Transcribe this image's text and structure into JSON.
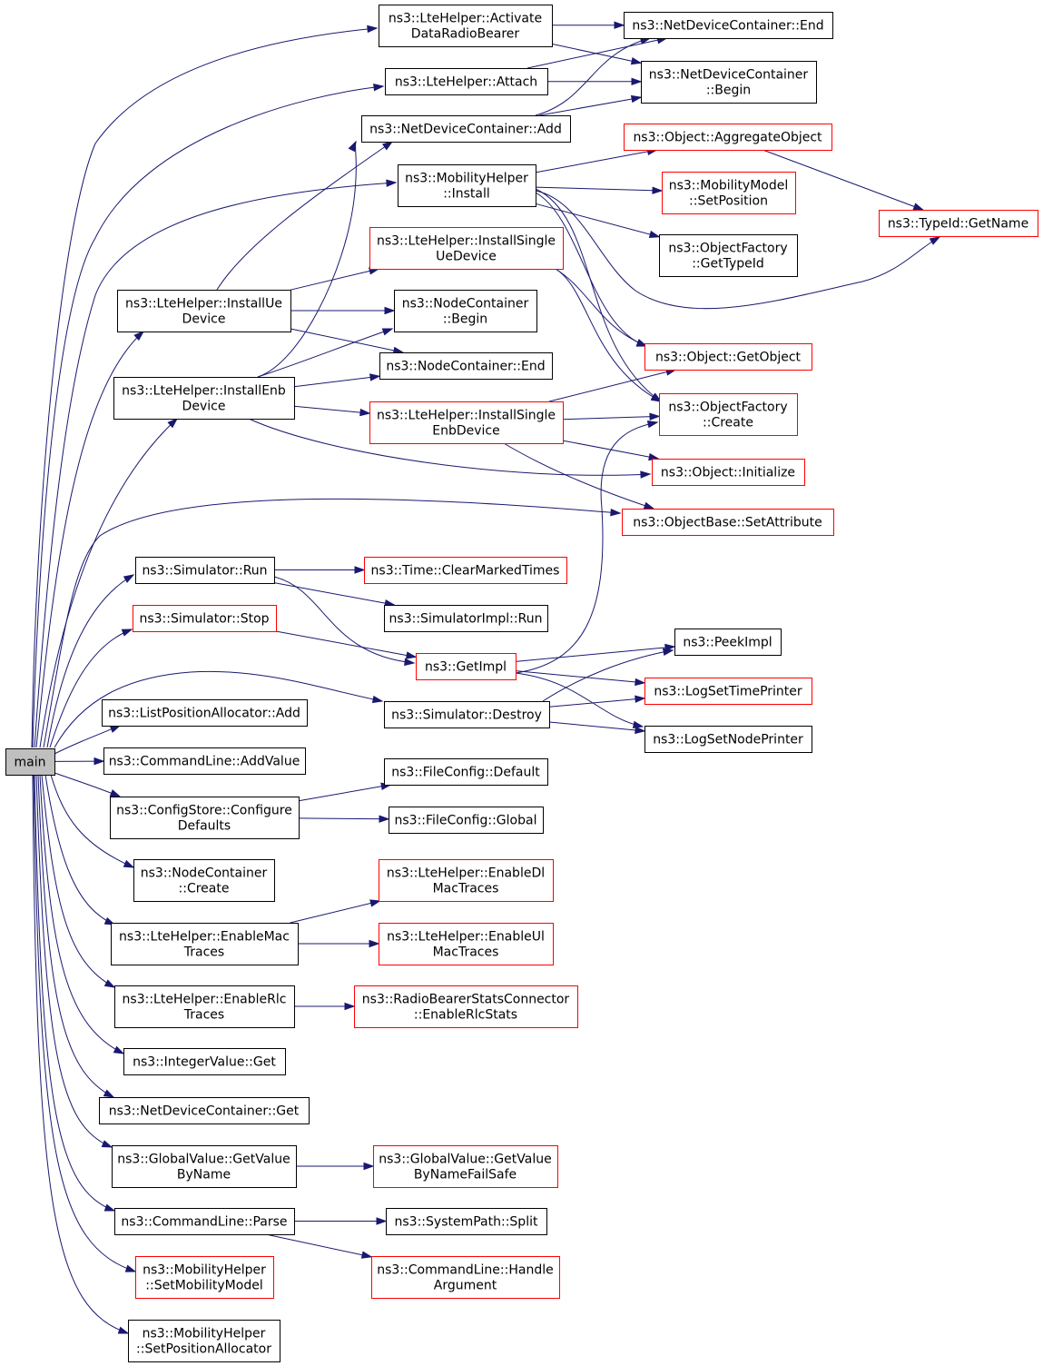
{
  "colors": {
    "edge": "#191970",
    "link_border": "#000000",
    "undoc_border": "#ff0000",
    "root_fill": "#bfbfbf"
  },
  "nodes": [
    {
      "id": "main",
      "lines": [
        "main"
      ],
      "style": "root"
    },
    {
      "id": "activate",
      "lines": [
        "ns3::LteHelper::Activate",
        "DataRadioBearer"
      ],
      "style": "black"
    },
    {
      "id": "ndc_end",
      "lines": [
        "ns3::NetDeviceContainer::End"
      ],
      "style": "black"
    },
    {
      "id": "ndc_begin",
      "lines": [
        "ns3::NetDeviceContainer",
        "::Begin"
      ],
      "style": "black"
    },
    {
      "id": "attach",
      "lines": [
        "ns3::LteHelper::Attach"
      ],
      "style": "black"
    },
    {
      "id": "ndc_add",
      "lines": [
        "ns3::NetDeviceContainer::Add"
      ],
      "style": "black"
    },
    {
      "id": "agg",
      "lines": [
        "ns3::Object::AggregateObject"
      ],
      "style": "red"
    },
    {
      "id": "mob_install",
      "lines": [
        "ns3::MobilityHelper",
        "::Install"
      ],
      "style": "black"
    },
    {
      "id": "mm_setpos",
      "lines": [
        "ns3::MobilityModel",
        "::SetPosition"
      ],
      "style": "red"
    },
    {
      "id": "typeid_getname",
      "lines": [
        "ns3::TypeId::GetName"
      ],
      "style": "red"
    },
    {
      "id": "of_gettypeid",
      "lines": [
        "ns3::ObjectFactory",
        "::GetTypeId"
      ],
      "style": "black"
    },
    {
      "id": "isue",
      "lines": [
        "ns3::LteHelper::InstallSingle",
        "UeDevice"
      ],
      "style": "red"
    },
    {
      "id": "install_ue",
      "lines": [
        "ns3::LteHelper::InstallUe",
        "Device"
      ],
      "style": "black"
    },
    {
      "id": "nc_begin",
      "lines": [
        "ns3::NodeContainer",
        "::Begin"
      ],
      "style": "black"
    },
    {
      "id": "obj_getobject",
      "lines": [
        "ns3::Object::GetObject"
      ],
      "style": "red"
    },
    {
      "id": "nc_end",
      "lines": [
        "ns3::NodeContainer::End"
      ],
      "style": "black"
    },
    {
      "id": "install_enb",
      "lines": [
        "ns3::LteHelper::InstallEnb",
        "Device"
      ],
      "style": "black"
    },
    {
      "id": "isenb",
      "lines": [
        "ns3::LteHelper::InstallSingle",
        "EnbDevice"
      ],
      "style": "red"
    },
    {
      "id": "of_create",
      "lines": [
        "ns3::ObjectFactory",
        "::Create"
      ],
      "style": "red"
    },
    {
      "id": "obj_init",
      "lines": [
        "ns3::Object::Initialize"
      ],
      "style": "red"
    },
    {
      "id": "ob_setattr",
      "lines": [
        "ns3::ObjectBase::SetAttribute"
      ],
      "style": "red"
    },
    {
      "id": "sim_run",
      "lines": [
        "ns3::Simulator::Run"
      ],
      "style": "black"
    },
    {
      "id": "time_clear",
      "lines": [
        "ns3::Time::ClearMarkedTimes"
      ],
      "style": "red"
    },
    {
      "id": "simimpl_run",
      "lines": [
        "ns3::SimulatorImpl::Run"
      ],
      "style": "black"
    },
    {
      "id": "sim_stop",
      "lines": [
        "ns3::Simulator::Stop"
      ],
      "style": "red"
    },
    {
      "id": "getimpl",
      "lines": [
        "ns3::GetImpl"
      ],
      "style": "red"
    },
    {
      "id": "peekimpl",
      "lines": [
        "ns3::PeekImpl"
      ],
      "style": "black"
    },
    {
      "id": "logsettime",
      "lines": [
        "ns3::LogSetTimePrinter"
      ],
      "style": "red"
    },
    {
      "id": "sim_destroy",
      "lines": [
        "ns3::Simulator::Destroy"
      ],
      "style": "black"
    },
    {
      "id": "lpa_add",
      "lines": [
        "ns3::ListPositionAllocator::Add"
      ],
      "style": "black"
    },
    {
      "id": "logsetnode",
      "lines": [
        "ns3::LogSetNodePrinter"
      ],
      "style": "black"
    },
    {
      "id": "cl_addvalue",
      "lines": [
        "ns3::CommandLine::AddValue"
      ],
      "style": "black"
    },
    {
      "id": "fc_default",
      "lines": [
        "ns3::FileConfig::Default"
      ],
      "style": "black"
    },
    {
      "id": "cs_configure",
      "lines": [
        "ns3::ConfigStore::Configure",
        "Defaults"
      ],
      "style": "black"
    },
    {
      "id": "fc_global",
      "lines": [
        "ns3::FileConfig::Global"
      ],
      "style": "black"
    },
    {
      "id": "nc_create",
      "lines": [
        "ns3::NodeContainer",
        "::Create"
      ],
      "style": "black"
    },
    {
      "id": "en_dlmac",
      "lines": [
        "ns3::LteHelper::EnableDl",
        "MacTraces"
      ],
      "style": "red"
    },
    {
      "id": "en_mac",
      "lines": [
        "ns3::LteHelper::EnableMac",
        "Traces"
      ],
      "style": "black"
    },
    {
      "id": "en_ulmac",
      "lines": [
        "ns3::LteHelper::EnableUl",
        "MacTraces"
      ],
      "style": "red"
    },
    {
      "id": "en_rlc",
      "lines": [
        "ns3::LteHelper::EnableRlc",
        "Traces"
      ],
      "style": "black"
    },
    {
      "id": "rbsc_rlc",
      "lines": [
        "ns3::RadioBearerStatsConnector",
        "::EnableRlcStats"
      ],
      "style": "red"
    },
    {
      "id": "iv_get",
      "lines": [
        "ns3::IntegerValue::Get"
      ],
      "style": "black"
    },
    {
      "id": "ndc_get",
      "lines": [
        "ns3::NetDeviceContainer::Get"
      ],
      "style": "black"
    },
    {
      "id": "gv_getvalue",
      "lines": [
        "ns3::GlobalValue::GetValue",
        "ByName"
      ],
      "style": "black"
    },
    {
      "id": "gv_failsafe",
      "lines": [
        "ns3::GlobalValue::GetValue",
        "ByNameFailSafe"
      ],
      "style": "red"
    },
    {
      "id": "cl_parse",
      "lines": [
        "ns3::CommandLine::Parse"
      ],
      "style": "black"
    },
    {
      "id": "sp_split",
      "lines": [
        "ns3::SystemPath::Split"
      ],
      "style": "black"
    },
    {
      "id": "mh_setmm",
      "lines": [
        "ns3::MobilityHelper",
        "::SetMobilityModel"
      ],
      "style": "red"
    },
    {
      "id": "cl_handle",
      "lines": [
        "ns3::CommandLine::Handle",
        "Argument"
      ],
      "style": "red"
    },
    {
      "id": "mh_setpa",
      "lines": [
        "ns3::MobilityHelper",
        "::SetPositionAllocator"
      ],
      "style": "black"
    }
  ],
  "edges": [
    [
      "main",
      "activate"
    ],
    [
      "main",
      "attach"
    ],
    [
      "main",
      "mob_install"
    ],
    [
      "main",
      "install_ue"
    ],
    [
      "main",
      "install_enb"
    ],
    [
      "main",
      "ob_setattr"
    ],
    [
      "main",
      "sim_run"
    ],
    [
      "main",
      "sim_stop"
    ],
    [
      "main",
      "sim_destroy"
    ],
    [
      "main",
      "lpa_add"
    ],
    [
      "main",
      "cl_addvalue"
    ],
    [
      "main",
      "cs_configure"
    ],
    [
      "main",
      "nc_create"
    ],
    [
      "main",
      "en_mac"
    ],
    [
      "main",
      "en_rlc"
    ],
    [
      "main",
      "iv_get"
    ],
    [
      "main",
      "ndc_get"
    ],
    [
      "main",
      "gv_getvalue"
    ],
    [
      "main",
      "cl_parse"
    ],
    [
      "main",
      "mh_setmm"
    ],
    [
      "main",
      "mh_setpa"
    ],
    [
      "activate",
      "ndc_end"
    ],
    [
      "activate",
      "ndc_begin"
    ],
    [
      "attach",
      "ndc_end"
    ],
    [
      "attach",
      "ndc_begin"
    ],
    [
      "ndc_add",
      "ndc_end"
    ],
    [
      "ndc_add",
      "ndc_begin"
    ],
    [
      "mob_install",
      "agg"
    ],
    [
      "mob_install",
      "mm_setpos"
    ],
    [
      "mob_install",
      "of_gettypeid"
    ],
    [
      "mob_install",
      "typeid_getname"
    ],
    [
      "mob_install",
      "obj_getobject"
    ],
    [
      "mob_install",
      "of_create"
    ],
    [
      "agg",
      "typeid_getname"
    ],
    [
      "install_ue",
      "ndc_add"
    ],
    [
      "install_ue",
      "isue"
    ],
    [
      "install_ue",
      "nc_begin"
    ],
    [
      "install_ue",
      "nc_end"
    ],
    [
      "isue",
      "obj_getobject"
    ],
    [
      "isue",
      "of_create"
    ],
    [
      "install_enb",
      "ndc_add"
    ],
    [
      "install_enb",
      "nc_begin"
    ],
    [
      "install_enb",
      "nc_end"
    ],
    [
      "install_enb",
      "isenb"
    ],
    [
      "install_enb",
      "obj_init"
    ],
    [
      "isenb",
      "obj_getobject"
    ],
    [
      "isenb",
      "of_create"
    ],
    [
      "isenb",
      "obj_init"
    ],
    [
      "isenb",
      "ob_setattr"
    ],
    [
      "sim_run",
      "time_clear"
    ],
    [
      "sim_run",
      "simimpl_run"
    ],
    [
      "sim_run",
      "getimpl"
    ],
    [
      "sim_stop",
      "getimpl"
    ],
    [
      "getimpl",
      "of_create"
    ],
    [
      "getimpl",
      "peekimpl"
    ],
    [
      "getimpl",
      "logsettime"
    ],
    [
      "getimpl",
      "logsetnode"
    ],
    [
      "sim_destroy",
      "peekimpl"
    ],
    [
      "sim_destroy",
      "logsettime"
    ],
    [
      "sim_destroy",
      "logsetnode"
    ],
    [
      "cs_configure",
      "fc_default"
    ],
    [
      "cs_configure",
      "fc_global"
    ],
    [
      "en_mac",
      "en_dlmac"
    ],
    [
      "en_mac",
      "en_ulmac"
    ],
    [
      "en_rlc",
      "rbsc_rlc"
    ],
    [
      "gv_getvalue",
      "gv_failsafe"
    ],
    [
      "cl_parse",
      "sp_split"
    ],
    [
      "cl_parse",
      "cl_handle"
    ]
  ]
}
